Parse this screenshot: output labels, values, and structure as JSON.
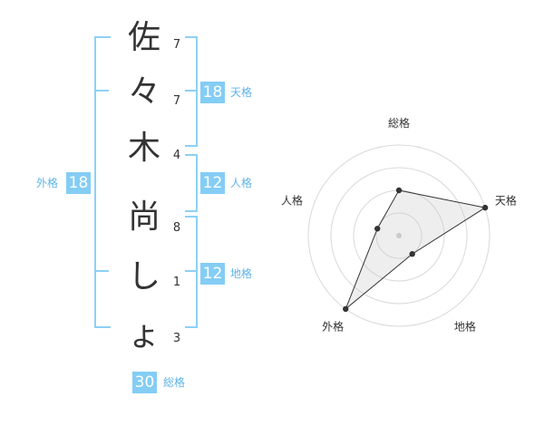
{
  "name": {
    "characters": [
      {
        "char": "佐",
        "strokes": "7"
      },
      {
        "char": "々",
        "strokes": "7"
      },
      {
        "char": "木",
        "strokes": "4"
      },
      {
        "char": "尚",
        "strokes": "8"
      },
      {
        "char": "し",
        "strokes": "1"
      },
      {
        "char": "ょ",
        "strokes": "3"
      }
    ]
  },
  "scores": {
    "tenkaku": {
      "label": "天格",
      "value": "18"
    },
    "jinkaku": {
      "label": "人格",
      "value": "12"
    },
    "chikaku": {
      "label": "地格",
      "value": "12"
    },
    "gaikaku": {
      "label": "外格",
      "value": "18"
    },
    "soukaku": {
      "label": "総格",
      "value": "30"
    }
  },
  "colors": {
    "accent": "#84cdf5",
    "bracket": "#8ed0f6",
    "label": "#5fb3e8"
  },
  "chart_data": {
    "type": "radar",
    "axes": [
      "総格",
      "天格",
      "地格",
      "外格",
      "人格"
    ],
    "rings": 4,
    "max": 4,
    "values": [
      2,
      4,
      1,
      4,
      1
    ]
  }
}
